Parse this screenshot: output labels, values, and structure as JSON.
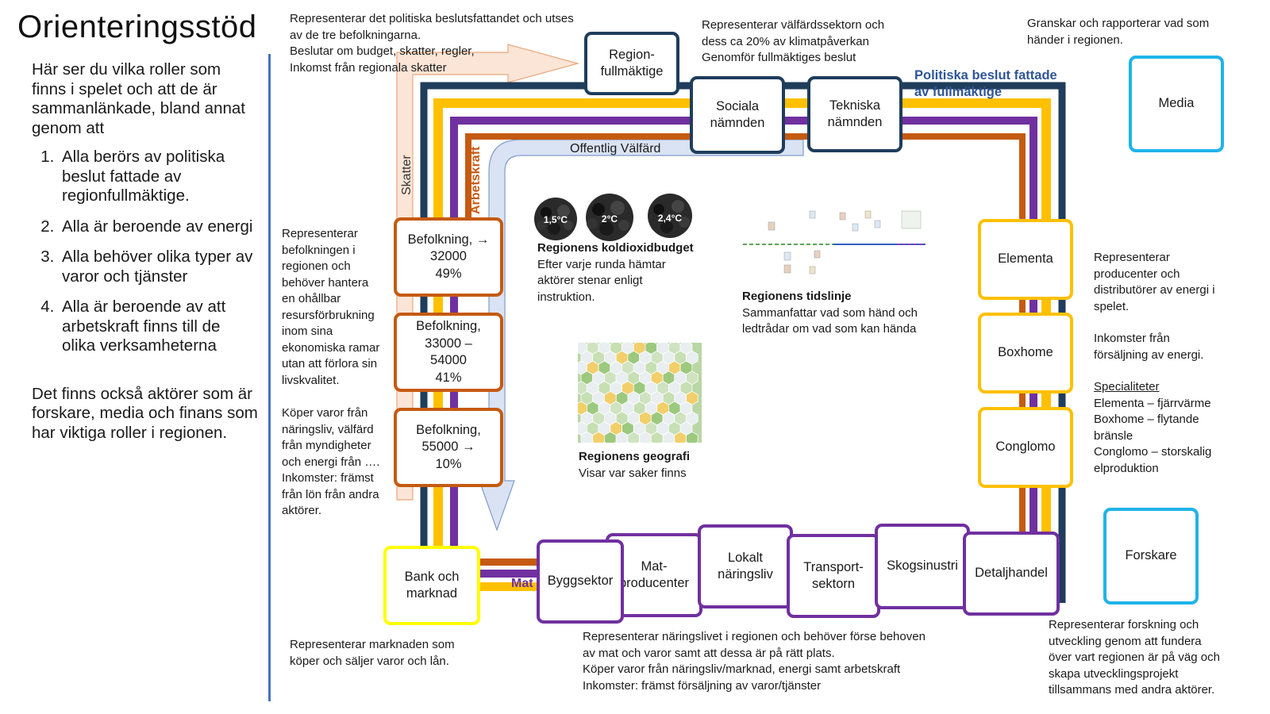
{
  "title": "Orienteringsstöd",
  "intro": {
    "lead": "Här ser du vilka roller som finns i spelet och att de är sammanlänkade, bland annat genom att",
    "points": [
      "Alla berörs av politiska beslut fattade av regionfullmäktige.",
      "Alla är beroende av energi",
      "Alla behöver olika typer av varor och tjänster",
      "Alla är beroende av att arbetskraft finns till de olika verksamheterna"
    ],
    "outro": "Det finns också aktörer som är forskare, media och finans som har viktiga roller i regionen."
  },
  "flows": {
    "skatter": "Skatter",
    "arbetskraft": "Arbetskraft",
    "offentlig": "Offentlig Välfärd",
    "politiska": "Politiska beslut fattade av fullmäktige",
    "mat": "Mat"
  },
  "notes": {
    "fullmaktige": [
      "Representerar det politiska beslutsfattandet och utses",
      "av de tre befolkningarna.",
      "Beslutar om budget, skatter, regler,",
      "Inkomst från regionala skatter"
    ],
    "valfard": [
      "Representerar välfärdssektorn och",
      "dess ca 20% av klimatpåverkan",
      "Genomför fullmäktiges beslut"
    ],
    "media": [
      "Granskar och rapporterar vad som",
      "händer i regionen."
    ],
    "befolkning": [
      "Representerar",
      "befolkningen i",
      "regionen och",
      "behöver hantera",
      "en ohållbar",
      "resursförbrukning",
      "inom sina",
      "ekonomiska ramar",
      "utan att förlora sin",
      "livskvalitet."
    ],
    "befolkning2": [
      "Köper varor från",
      "näringsliv, välfärd",
      "från myndigheter",
      "och energi från ….",
      "Inkomster: främst",
      "från lön från andra",
      "aktörer."
    ],
    "energi": [
      "Representerar",
      "producenter och",
      "distributörer av energi i",
      "spelet."
    ],
    "energi_income": [
      "Inkomster från",
      "försäljning av energi."
    ],
    "specialiteter_title": "Specialiteter",
    "specialiteter": [
      "Elementa – fjärrvärme",
      "Boxhome – flytande",
      "bränsle",
      "Conglomo – storskalig",
      "elproduktion"
    ],
    "bank": [
      "Representerar marknaden som",
      "köper och säljer varor och lån."
    ],
    "naringsliv": [
      "Representerar näringslivet i regionen och behöver förse behoven",
      "av mat och varor samt att dessa är på rätt plats.",
      "Köper varor från näringsliv/marknad, energi samt arbetskraft",
      "Inkomster: främst försäljning av varor/tjänster"
    ],
    "forskare": [
      "Representerar forskning och",
      "utveckling genom att fundera",
      "över vart regionen är på väg och",
      "skapa utvecklingsprojekt",
      "tillsammans med andra aktörer."
    ]
  },
  "boxes": {
    "region": [
      "Region-",
      "fullmäktige"
    ],
    "sociala": [
      "Sociala",
      "nämnden"
    ],
    "tekniska": [
      "Tekniska",
      "nämnden"
    ],
    "media": [
      "Media"
    ],
    "bef1": [
      "Befolkning, →",
      "32000",
      "49%"
    ],
    "bef2": [
      "Befolkning,",
      "33000 –",
      "54000",
      "41%"
    ],
    "bef3": [
      "Befolkning,",
      "55000 →",
      "10%"
    ],
    "elementa": [
      "Elementa"
    ],
    "boxhome": [
      "Boxhome"
    ],
    "conglomo": [
      "Conglomo"
    ],
    "forskare": [
      "Forskare"
    ],
    "bank": [
      "Bank och",
      "marknad"
    ],
    "bygg": [
      "Byggsektor"
    ],
    "mat": [
      "Mat-",
      "producenter"
    ],
    "lokalt": [
      "Lokalt",
      "näringsliv"
    ],
    "transport": [
      "Transport-",
      "sektorn"
    ],
    "skog": [
      "Skogsinustri"
    ],
    "detalj": [
      "Detaljhandel"
    ]
  },
  "center": {
    "co2_labels": [
      "1,5°C",
      "2°C",
      "2,4°C"
    ],
    "co2_title": "Regionens koldioxidbudget",
    "co2_text": [
      "Efter varje runda hämtar",
      "aktörer stenar enligt",
      "instruktion."
    ],
    "timeline_title": "Regionens tidslinje",
    "timeline_text": [
      "Sammanfattar vad som händ och",
      "ledtrådar om vad som kan hända"
    ],
    "geo_title": "Regionens geografi",
    "geo_text": "Visar var saker finns"
  },
  "colors": {
    "navy": "#1f3d5c",
    "gold": "#ffc000",
    "purple": "#7030a0",
    "orange": "#c55a11",
    "cyan": "#1fb4e8",
    "blue_line": "#4472c4"
  }
}
